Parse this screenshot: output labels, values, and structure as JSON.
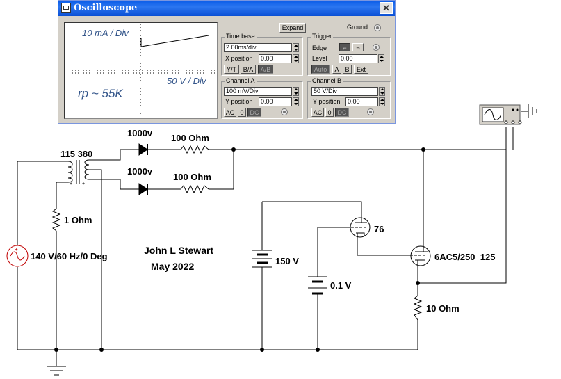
{
  "window": {
    "title": "Oscilloscope",
    "expand_label": "Expand",
    "ground_label": "Ground"
  },
  "screen": {
    "current_scale": "10 mA / Div",
    "voltage_scale": "50 V / Div",
    "rp_note": "rp ~ 55K"
  },
  "timebase": {
    "title": "Time base",
    "value": "2.00ms/div",
    "xpos_label": "X position",
    "xpos_value": "0.00",
    "mode_buttons": [
      "Y/T",
      "B/A",
      "A/B"
    ]
  },
  "trigger": {
    "title": "Trigger",
    "edge_label": "Edge",
    "level_label": "Level",
    "level_value": "0.00",
    "source_buttons": [
      "Auto",
      "A",
      "B",
      "Ext"
    ]
  },
  "channel_a": {
    "title": "Channel A",
    "value": "100 mV/Div",
    "ypos_label": "Y position",
    "ypos_value": "0.00",
    "coupling": [
      "AC",
      "0",
      "DC"
    ]
  },
  "channel_b": {
    "title": "Channel B",
    "value": "50  V/Div",
    "ypos_label": "Y position",
    "ypos_value": "0.00",
    "coupling": [
      "AC",
      "0",
      "DC"
    ]
  },
  "circuit": {
    "diode1": "1000v",
    "diode2": "1000v",
    "resistor1": "100  Ohm",
    "resistor2": "100  Ohm",
    "transformer": "115 380",
    "r_sense": "1  Ohm",
    "source": "140 V/60 Hz/0 Deg",
    "author": "John L Stewart",
    "date": "May 2022",
    "battery1": "150 V",
    "battery2": "0.1 V",
    "tube1": "76",
    "tube2": "6AC5/250_125",
    "r_cathode": "10  Ohm"
  }
}
